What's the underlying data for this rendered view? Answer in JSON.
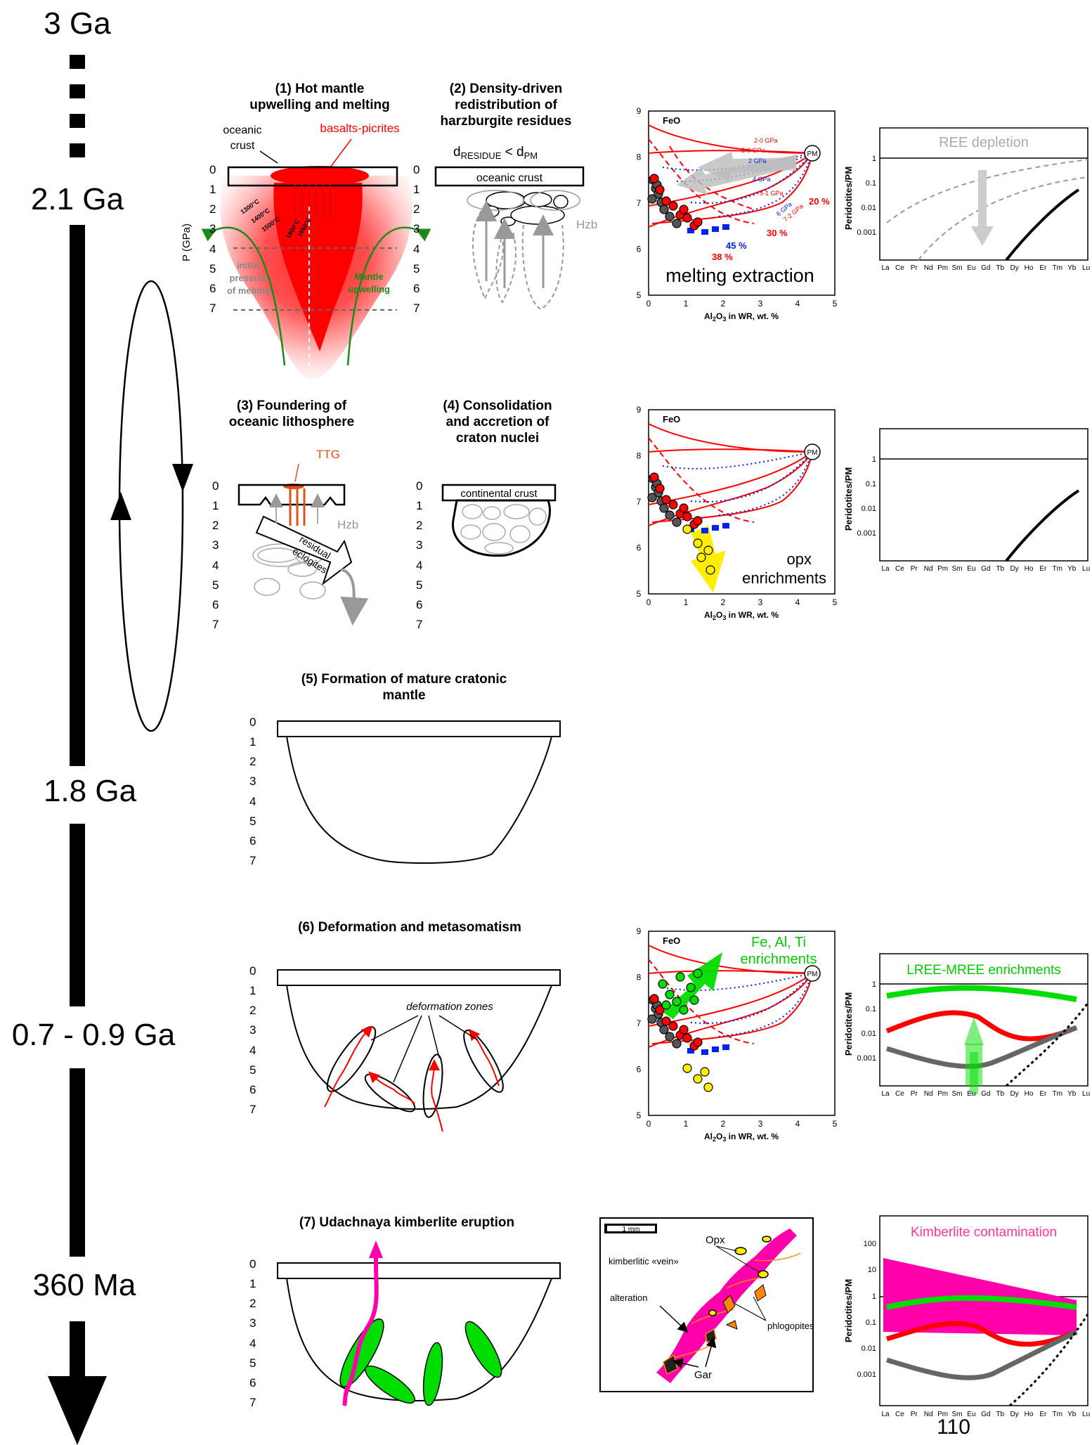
{
  "timeline": {
    "t0": "3 Ga",
    "t1": "2.1 Ga",
    "t2": "1.8 Ga",
    "t3": "0.7 - 0.9 Ga",
    "t4": "360 Ma"
  },
  "depth_ticks": [
    "0",
    "1",
    "2",
    "3",
    "4",
    "5",
    "6",
    "7"
  ],
  "panel1": {
    "title1": "(1) Hot mantle",
    "title2": "upwelling and melting",
    "oceanic1": "oceanic",
    "oceanic2": "crust",
    "basalts": "basalts-picrites",
    "paxis": "P (GPa)",
    "initial1": "initial",
    "initial2": "pressure",
    "initial3": "of melting",
    "mantle1": "Mantle",
    "mantle2": "upwelling",
    "temps": [
      "1300°C",
      "1400°C",
      "1500°C",
      "1600°C",
      "1650°C"
    ]
  },
  "panel2": {
    "title1": "(2) Density-driven",
    "title2": "redistribution of",
    "title3": "harzburgite residues",
    "d": "d",
    "residue": "RESIDUE",
    "lt": " < d",
    "pm": "PM",
    "crust": "oceanic crust",
    "hzb": "Hzb"
  },
  "panel3": {
    "title1": "(3) Foundering of",
    "title2": "oceanic lithosphere",
    "ttg": "TTG",
    "hzb": "Hzb",
    "ecl1": "residual",
    "ecl2": "eclogites"
  },
  "panel4": {
    "title1": "(4) Consolidation",
    "title2": "and accretion of",
    "title3": "craton nuclei",
    "crust": "continental crust"
  },
  "panel5": {
    "title1": "(5) Formation of mature cratonic",
    "title2": "mantle"
  },
  "panel6": {
    "title": "(6) Deformation and metasomatism",
    "zones": "deformation zones"
  },
  "panel7": {
    "title": "(7) Udachnaya kimberlite eruption"
  },
  "feo_plot": {
    "ylabel": "FeO",
    "xlabel": "Al",
    "xsub1": "2",
    "xsub2": "3",
    "xlabel2": " in WR, wt. %",
    "pm": "PM",
    "xticks": [
      "0",
      "1",
      "2",
      "3",
      "4",
      "5"
    ],
    "yticks": [
      "9",
      "8",
      "7",
      "6",
      "5"
    ],
    "ann1": "melting extraction",
    "ann2a": "opx",
    "ann2b": "enrichments",
    "ann3a": "Fe, Al, Ti",
    "ann3b": "enrichments",
    "pct20": "20 %",
    "pct30": "30 %",
    "pct45": "45 %",
    "pct38": "38 %",
    "gpa": [
      "2-0 GPa",
      "3-0 GPa",
      "2 GPa",
      "4 GPa",
      "5-1 GPa",
      "6 GPa",
      "7-2 GPa"
    ]
  },
  "ree_plot": {
    "ylabel": "Peridotites/PM",
    "elements": [
      "La",
      "Ce",
      "Pr",
      "Nd",
      "Pm",
      "Sm",
      "Eu",
      "Gd",
      "Tb",
      "Dy",
      "Ho",
      "Er",
      "Tm",
      "Yb",
      "Lu"
    ],
    "yticks": [
      "1",
      "0.1",
      "0.01",
      "0.001"
    ],
    "yticks_k": [
      "100",
      "10",
      "1",
      "0.1",
      "0.01",
      "0.001"
    ],
    "ann1": "REE depletion",
    "ann2": "LREE-MREE enrichments",
    "ann3": "Kimberlite contamination",
    "colors": {
      "enrich": "#00dd00",
      "kimb": "#ff00aa",
      "red": "#ff0000",
      "grey": "#666666"
    }
  },
  "thin_section": {
    "scale": "1 mm",
    "opx": "Opx",
    "vein": "kimberlitic «vein»",
    "alteration": "alteration",
    "phlog": "phlogopites",
    "gar": "Gar"
  },
  "page_number": "110"
}
